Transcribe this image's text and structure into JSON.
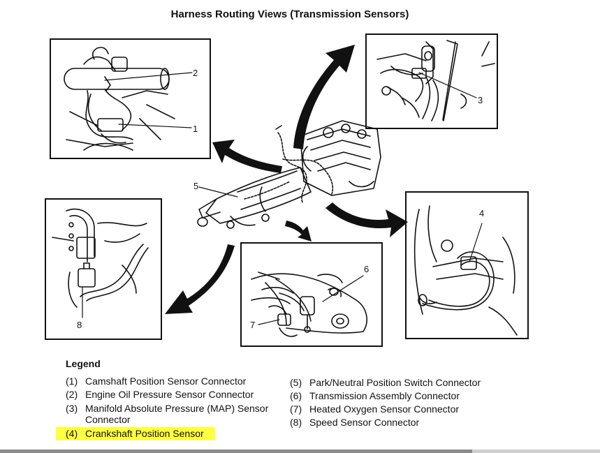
{
  "title": "Harness Routing Views (Transmission Sensors)",
  "callouts": {
    "c1": "1",
    "c2": "2",
    "c3": "3",
    "c4": "4",
    "c5": "5",
    "c6": "6",
    "c7": "7",
    "c8": "8"
  },
  "legend": {
    "heading": "Legend",
    "left": [
      {
        "num": "(1)",
        "text": "Camshaft Position Sensor Connector"
      },
      {
        "num": "(2)",
        "text": "Engine Oil Pressure Sensor Connector"
      },
      {
        "num": "(3)",
        "text": "Manifold Absolute Pressure (MAP) Sensor Connector"
      },
      {
        "num": "(4)",
        "text": "Crankshaft Position Sensor"
      }
    ],
    "right": [
      {
        "num": "(5)",
        "text": "Park/Neutral Position Switch Connector"
      },
      {
        "num": "(6)",
        "text": "Transmission Assembly Connector"
      },
      {
        "num": "(7)",
        "text": "Heated Oxygen Sensor Connector"
      },
      {
        "num": "(8)",
        "text": "Speed Sensor Connector"
      }
    ]
  },
  "colors": {
    "highlight": "#ffff44",
    "line": "#111111"
  }
}
